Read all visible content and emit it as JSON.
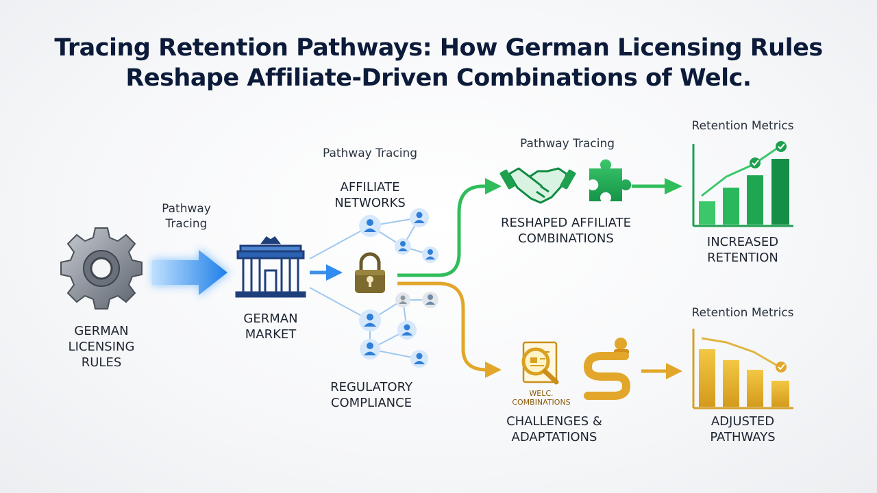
{
  "title": {
    "line1": "Tracing Retention Pathways: How German Licensing Rules",
    "line2": "Reshape Affiliate-Driven Combinations of Welc."
  },
  "nodes": {
    "licensing": {
      "line1": "GERMAN",
      "line2": "LICENSING",
      "line3": "RULES",
      "icon": "gear-icon"
    },
    "market": {
      "line1": "GERMAN",
      "line2": "MARKET",
      "icon": "brandenburg-gate-icon"
    },
    "affiliate": {
      "line1": "AFFILIATE",
      "line2": "NETWORKS",
      "icon": "people-network-icon"
    },
    "compliance": {
      "line1": "REGULATORY",
      "line2": "COMPLIANCE",
      "icon": "lock-icon"
    },
    "reshaped": {
      "line1": "RESHAPED AFFILIATE",
      "line2": "COMBINATIONS",
      "icon": "handshake-icon"
    },
    "challenges": {
      "line1": "CHALLENGES &",
      "line2": "ADAPTATIONS",
      "icon": "magnifier-document-icon",
      "badge_line1": "WELC.",
      "badge_line2": "COMBINATIONS"
    },
    "increased": {
      "line1": "INCREASED",
      "line2": "RETENTION",
      "icon": "rising-bar-chart-icon"
    },
    "adjusted": {
      "line1": "ADJUSTED",
      "line2": "PATHWAYS",
      "icon": "falling-bar-chart-icon"
    }
  },
  "labels": {
    "pathway_left_1": "Pathway",
    "pathway_left_2": "Tracing",
    "pathway_mid": "Pathway Tracing",
    "pathway_top": "Pathway Tracing",
    "metrics_top": "Retention Metrics",
    "metrics_bottom": "Retention Metrics"
  },
  "colors": {
    "title": "#0d1b3a",
    "blue": "#2f8cf0",
    "green": "#22b455",
    "gold": "#e2a62a",
    "navy": "#1f3f7a"
  }
}
